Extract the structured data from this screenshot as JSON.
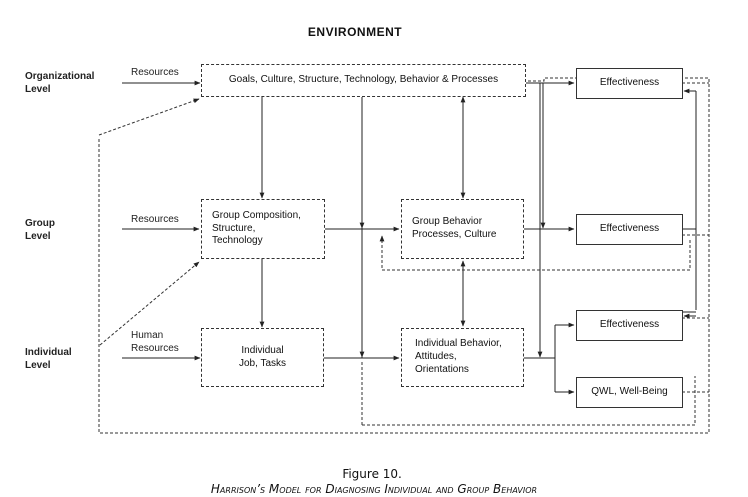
{
  "diagram": {
    "title": "ENVIRONMENT",
    "levels": {
      "organizational": "Organizational\nLevel",
      "group": "Group\nLevel",
      "individual": "Individual\nLevel"
    },
    "inputs": {
      "org_resources": "Resources",
      "group_resources": "Resources",
      "human_resources": "Human\nResources"
    },
    "boxes": {
      "org_goals": "Goals, Culture, Structure, Technology, Behavior & Processes",
      "group_composition": "Group Composition,\nStructure,\nTechnology",
      "individual_job": "Individual\nJob, Tasks",
      "group_behavior": "Group Behavior\nProcesses, Culture",
      "individual_behavior": "Individual Behavior,\nAttitudes,\nOrientations"
    },
    "outcomes": {
      "org_effectiveness": "Effectiveness",
      "group_effectiveness": "Effectiveness",
      "individual_effectiveness": "Effectiveness",
      "qwl": "QWL, Well-Being"
    }
  },
  "caption": {
    "prefix": "Figure 10.",
    "text": "Harrison’s Model for Diagnosing Individual and Group Behavior"
  }
}
